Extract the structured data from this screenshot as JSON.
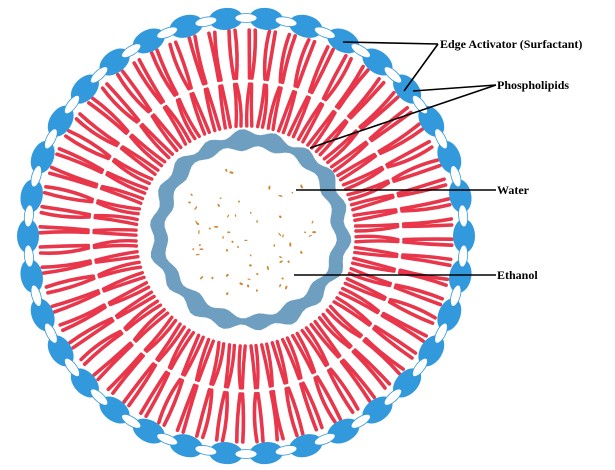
{
  "labels": {
    "edge_activator": "Edge Activator (Surfactant)",
    "phospholipids": "Phospholipids",
    "water": "Water",
    "ethanol": "Ethanol"
  },
  "colors": {
    "background": "#ffffff",
    "head_blue": "#3399dd",
    "inner_ring": "#6f9fc0",
    "tail_red": "#e8364a",
    "ethanol_dots": "#cc8a33",
    "edge_activator_white": "#ffffff",
    "label_text": "#000000"
  },
  "structure": {
    "outer_head_count": 34,
    "tail_count": 64,
    "ethanol_particle_count": 60
  }
}
